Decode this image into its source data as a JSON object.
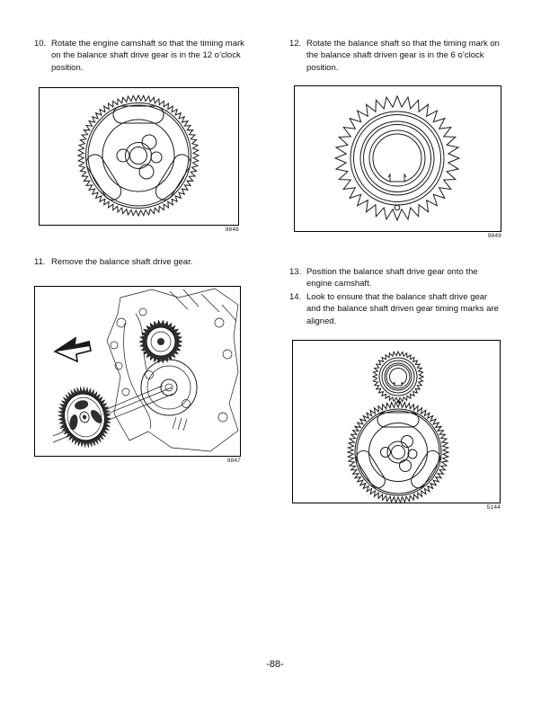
{
  "steps": [
    {
      "number": "10.",
      "text": "Rotate the engine camshaft so that the timing mark on the balance shaft drive gear is in the 12 o’clock position."
    },
    {
      "number": "11.",
      "text": "Remove the balance shaft drive gear."
    },
    {
      "number": "12.",
      "text": "Rotate the balance shaft so that the timing mark on the balance shaft driven gear is in the 6 o’clock position."
    },
    {
      "number": "13.",
      "text": "Position the balance shaft drive gear onto the engine camshaft."
    },
    {
      "number": "14.",
      "text": "Look to ensure that the balance shaft drive gear and the balance shaft driven gear timing marks are aligned."
    }
  ],
  "figures": {
    "fig_9848": {
      "caption": "9848"
    },
    "fig_9849": {
      "caption": "9849"
    },
    "fig_9847": {
      "caption": "9847"
    },
    "fig_5144": {
      "caption": "5144"
    }
  },
  "page": {
    "number": "-88-"
  }
}
